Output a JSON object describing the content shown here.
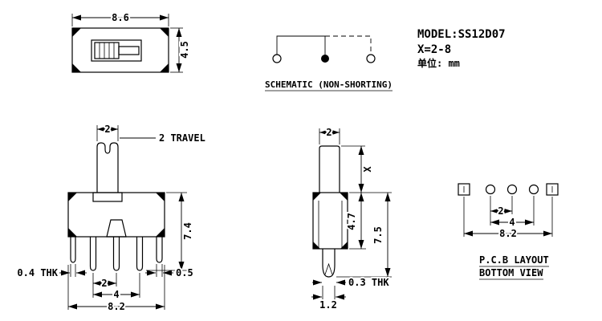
{
  "header": {
    "model": "MODEL:SS12D07",
    "x_range": "X=2-8",
    "unit": "单位: mm"
  },
  "schematic": {
    "label": "SCHEMATIC (NON-SHORTING)"
  },
  "top_view": {
    "dim_width": "8.6",
    "dim_height": "4.5"
  },
  "front_view": {
    "dim_knob": "2",
    "travel_label": "2 TRAVEL",
    "dim_height": "7.4",
    "dim_thk": "0.4 THK",
    "dim_pitch": "2",
    "dim_leg": "0.5",
    "dim_span": "4",
    "dim_total": "8.2"
  },
  "side_view": {
    "dim_knob": "2",
    "dim_x": "X",
    "dim_body": "4.7",
    "dim_total": "7.5",
    "dim_thk": "0.3 THK",
    "dim_pin": "1.2"
  },
  "pcb_view": {
    "label_line1": "P.C.B LAYOUT",
    "label_line2": "BOTTOM VIEW",
    "dim_pitch": "2",
    "dim_span": "4",
    "dim_total": "8.2"
  }
}
